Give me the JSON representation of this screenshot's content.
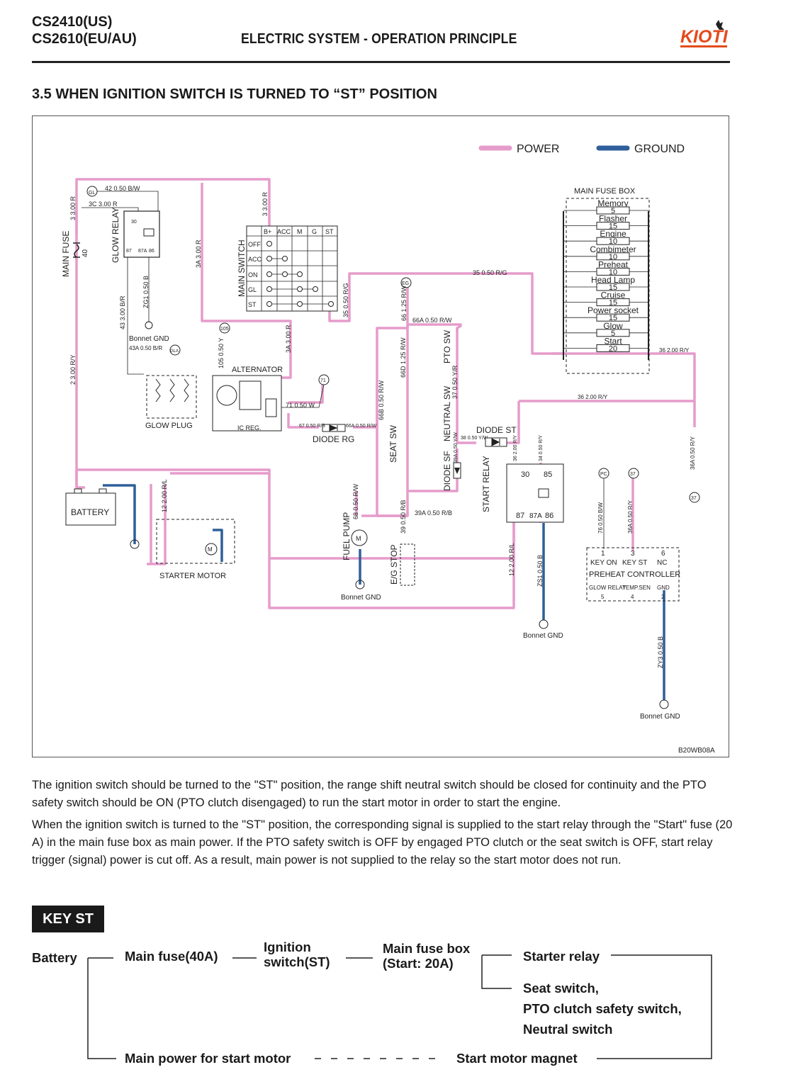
{
  "header": {
    "model_line1": "CS2410(US)",
    "model_line2": "CS2610(EU/AU)",
    "title": "ELECTRIC SYSTEM - OPERATION PRINCIPLE",
    "logo_text": "KIOTI"
  },
  "section_title": "3.5  WHEN IGNITION SWITCH IS TURNED TO “ST” POSITION",
  "legend": {
    "power": "POWER",
    "ground": "GROUND",
    "power_color": "#e59ccb",
    "ground_color": "#2f5f9b"
  },
  "diagram": {
    "figure_id": "B20WB08A",
    "components": {
      "main_fuse": "MAIN FUSE",
      "main_fuse_rating": "40",
      "glow_relay": "GLOW RELAY",
      "main_switch": "MAIN SWITCH",
      "alternator": "ALTERNATOR",
      "ic_reg": "IC REG.",
      "glow_plug": "GLOW PLUG",
      "diode_rg": "DIODE RG",
      "diode_st": "DIODE ST",
      "battery": "BATTERY",
      "starter_motor": "STARTER MOTOR",
      "fuel_pump": "FUEL PUMP",
      "eg_stop": "E/G STOP",
      "seat_sw": "SEAT SW",
      "pto_sw": "PTO SW",
      "neutral_sw": "NEUTRAL SW",
      "diode_sf": "DIODE SF",
      "start_relay": "START RELAY",
      "main_fuse_box": "MAIN FUSE BOX",
      "preheat_controller": "PREHEAT CONTROLLER",
      "bonnet_gnd": "Bonnet GND"
    },
    "switch_header": [
      "B+",
      "ACC",
      "M",
      "G",
      "ST"
    ],
    "switch_rows": [
      "OFF",
      "ACC",
      "ON",
      "GL",
      "ST"
    ],
    "fuses": [
      {
        "name": "Memory",
        "amp": "5"
      },
      {
        "name": "Flasher",
        "amp": "15"
      },
      {
        "name": "Engine",
        "amp": "10"
      },
      {
        "name": "Combimeter",
        "amp": "10"
      },
      {
        "name": "Preheat",
        "amp": "10"
      },
      {
        "name": "Head Lamp",
        "amp": "15"
      },
      {
        "name": "Cruise",
        "amp": "15"
      },
      {
        "name": "Power socket",
        "amp": "15"
      },
      {
        "name": "Glow",
        "amp": "5"
      },
      {
        "name": "Start",
        "amp": "20"
      }
    ],
    "relay_pins": [
      "30",
      "85",
      "87",
      "87A",
      "86"
    ],
    "glow_relay_pins": [
      "30",
      "87",
      "87A",
      "86"
    ],
    "preheat_pins_top": [
      {
        "n": "1",
        "l": "KEY ON"
      },
      {
        "n": "3",
        "l": "KEY ST"
      },
      {
        "n": "6",
        "l": "NC"
      }
    ],
    "preheat_pins_bottom": [
      {
        "n": "5",
        "l": "GLOW RELAY"
      },
      {
        "n": "4",
        "l": "TEMP.SEN"
      },
      {
        "n": "2",
        "l": "GND"
      }
    ],
    "connectors": {
      "gl": "GL",
      "gla": "GLA",
      "c105": "105",
      "c71": "71",
      "eg": "EG",
      "pc": "PC",
      "c37": "37"
    },
    "wires": {
      "w42": "42 0.50 B/W",
      "w3c": "3C 3.00 R",
      "w3": "3 3.00 R",
      "w3top": "3 3.00 R",
      "w3a": "3A 3.00 R",
      "w3a2": "3A 3.00 R",
      "zg1": "ZG1 0.50 B",
      "w43": "43 3.00 B/R",
      "w43a": "43A 0.50 B/R",
      "w2": "2 3.00 R/Y",
      "w105": "105 0.50 Y",
      "w71": "71 0.50 W",
      "w67": "67 0.50 R/B",
      "w66a_rg": "66A 0.50 R/W",
      "w35": "35 0.50 R/G",
      "w35b": "35 0.50 R/G",
      "w66": "66 1.25 R/W",
      "w66a": "66A 0.50 R/W",
      "w66b": "66B 0.50 R/W",
      "w66d": "66D 1.25 R/W",
      "w37": "37 0.50 Y/R",
      "w38": "38 0.50 Y/W",
      "w39": "39 0.50 R/B",
      "w39a": "39A 0.50 R/B",
      "w68": "68 0.50 R/W",
      "w36a": "36 2.00 R/Y",
      "w36b": "36 2.00 R/Y",
      "w36sr": "36 2.00 R/Y",
      "w34": "34 0.50 R/Y",
      "w36a_05": "36A 0.50 R/Y",
      "w12": "12 2.00 R/L",
      "w12b": "12 2.00 R/L",
      "zs1": "ZS1 0.50 B",
      "w76": "76 0.50 B/W",
      "w36a3": "36A 0.50 R/Y",
      "zy3": "ZY3 0.50 B",
      "w39b": "39A 0.50 Y/W"
    }
  },
  "paragraph1": "The ignition switch should be turned to the \"ST\" position, the range shift neutral switch should be closed for continuity and the PTO safety switch should be ON (PTO clutch disengaged) to run the start motor in order to start the engine.",
  "paragraph2": "When the ignition switch is turned to the \"ST\" position, the corresponding signal is supplied to the start relay through the \"Start\" fuse (20 A) in the main fuse box as main power. If the PTO safety switch is OFF by engaged PTO clutch or the seat switch is OFF, start relay trigger (signal) power is cut off. As a result, main power is not supplied to the relay so the start motor does not run.",
  "key_section": {
    "badge": "KEY ST",
    "battery": "Battery",
    "main_fuse": "Main fuse(40A)",
    "ignition_line1": "Ignition",
    "ignition_line2": "switch(ST)",
    "fusebox_line1": "Main fuse box",
    "fusebox_line2": "(Start: 20A)",
    "starter_relay": "Starter relay",
    "seat_switch": "Seat switch,",
    "pto_switch": "PTO clutch safety switch,",
    "neutral_switch": "Neutral switch",
    "main_power": "Main power for start motor",
    "magnet": "Start motor magnet"
  }
}
